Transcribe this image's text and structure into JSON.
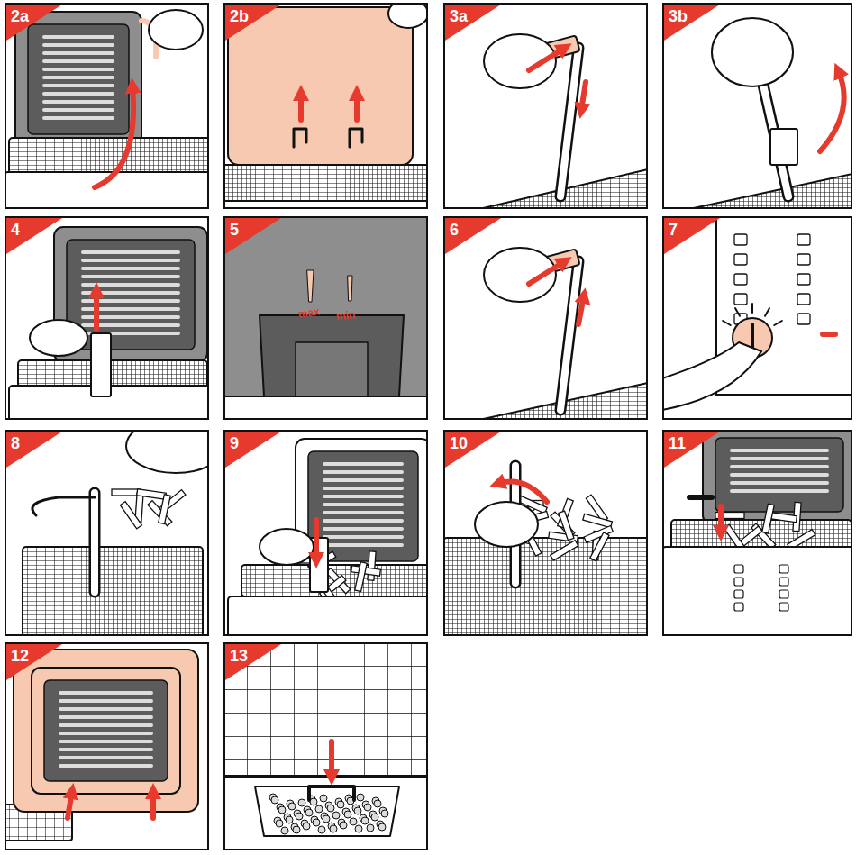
{
  "diagram": {
    "nodes": [
      {
        "text": [
          "2a"
        ]
      },
      {
        "text": [
          "2b"
        ]
      },
      {
        "text": [
          "3a"
        ]
      },
      {
        "text": [
          "3b"
        ]
      },
      {
        "text": [
          "4"
        ]
      },
      {
        "text": [
          "5"
        ]
      },
      {
        "text": [
          "6"
        ]
      },
      {
        "text": [
          "7"
        ]
      },
      {
        "text": [
          "8"
        ]
      },
      {
        "text": [
          "9"
        ]
      },
      {
        "text": [
          "10"
        ]
      },
      {
        "text": [
          "11"
        ]
      },
      {
        "text": [
          "12"
        ]
      },
      {
        "text": [
          "13"
        ]
      }
    ],
    "labels": [
      "max",
      "min"
    ]
  }
}
